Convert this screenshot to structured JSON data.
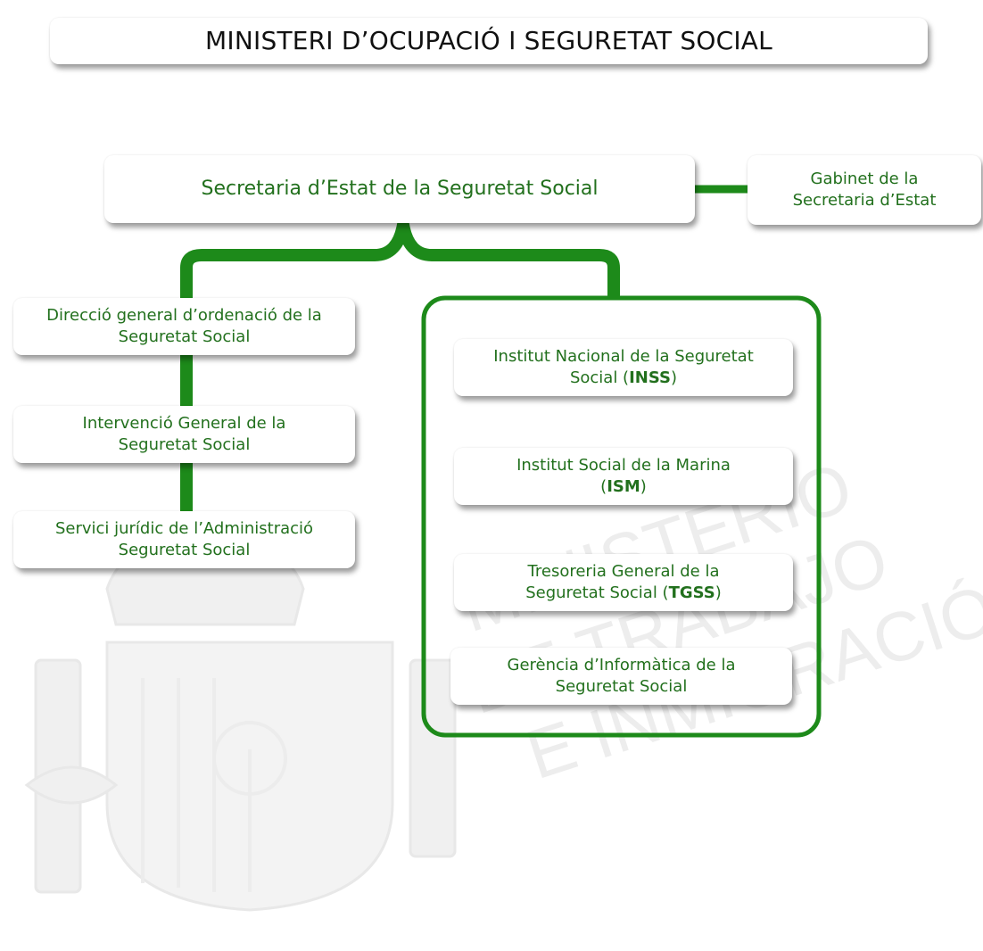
{
  "header": {
    "title": "MINISTERI D’OCUPACIÓ I SEGURETAT SOCIAL"
  },
  "secretaria": {
    "label": "Secretaria d’Estat de la Seguretat Social"
  },
  "gabinet": {
    "line1": "Gabinet de la",
    "line2": "Secretaria d’Estat"
  },
  "left_units": [
    {
      "line1": "Direcció general d’ordenació de la",
      "line2": "Seguretat Social"
    },
    {
      "line1": "Intervenció General de la",
      "line2": "Seguretat Social"
    },
    {
      "line1": "Servici jurídic de l’Administració",
      "line2": "Seguretat Social"
    }
  ],
  "entities": [
    {
      "line1": "Institut Nacional de la Seguretat",
      "line2_prefix": "Social (",
      "acronym": "INSS",
      "line2_suffix": ")"
    },
    {
      "line1": "Institut Social de la Marina",
      "line2_prefix": "(",
      "acronym": "ISM",
      "line2_suffix": ")"
    },
    {
      "line1": "Tresoreria General de la",
      "line2_prefix": "Seguretat Social (",
      "acronym": "TGSS",
      "line2_suffix": ")"
    },
    {
      "line1": "Gerència d’Informàtica de la",
      "line2_prefix": "Seguretat Social",
      "acronym": "",
      "line2_suffix": ""
    }
  ],
  "watermark": {
    "line1": "MINISTERIO",
    "line2": "DE TRABAJO",
    "line3": "E INMIGRACIÓN"
  },
  "colors": {
    "connector": "#1d8a1a",
    "text_green": "#22701d",
    "title_text": "#111111",
    "watermark": "#ededed"
  }
}
